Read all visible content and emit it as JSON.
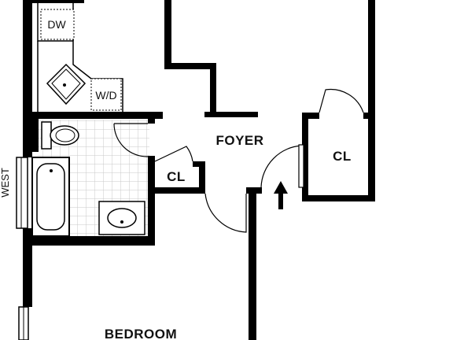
{
  "plan": {
    "rooms": {
      "foyer": "FOYER",
      "closet_left": "CL",
      "closet_right": "CL",
      "bedroom": "BEDROOM"
    },
    "fixtures": {
      "dishwasher": "DW",
      "washer_dryer": "W/D"
    },
    "orientation": "WEST"
  },
  "colors": {
    "wall": "#000000",
    "tile": "#c8c8c8",
    "background": "#ffffff"
  }
}
